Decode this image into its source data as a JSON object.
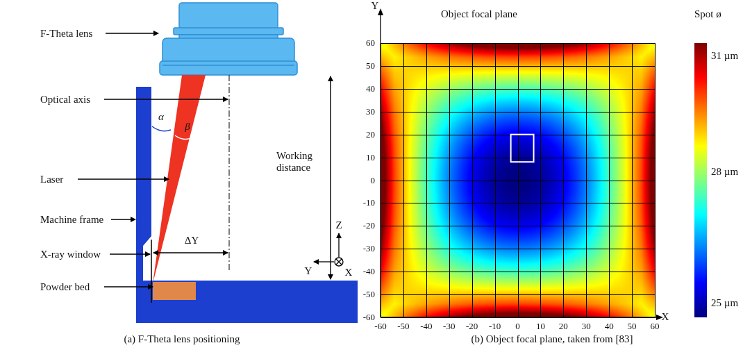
{
  "diagram": {
    "labels": [
      "F-Theta lens",
      "Optical axis",
      "β",
      "α",
      "Working distance",
      "Laser",
      "Machine frame",
      "X-ray window",
      "ΔY",
      "Z",
      "Y",
      "X",
      "Powder bed",
      "(a) F-Theta lens positioning",
      "Object focal plane",
      "Y",
      "60",
      "50",
      "40",
      "30",
      "20",
      "10",
      "0",
      "-10",
      "-20",
      "-30",
      "-40",
      "-50",
      "-60",
      "X",
      "-60",
      "-50",
      "-40",
      "-30",
      "-20",
      "-10",
      "0",
      "10",
      "20",
      "30",
      "40",
      "50",
      "60",
      "Spot ø",
      "31 µm",
      "28 µm",
      "25 µm",
      "(b) Object focal plane, taken from [83]"
    ]
  }
}
